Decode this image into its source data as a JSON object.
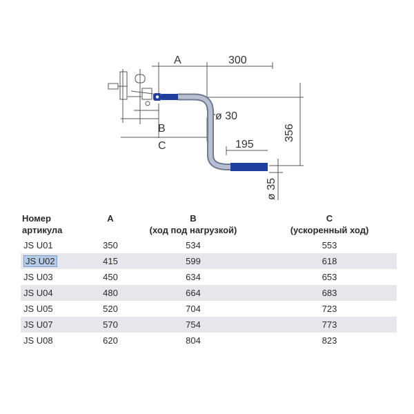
{
  "drawing": {
    "labels": {
      "a": "A",
      "dim_300": "300",
      "b": "B",
      "c": "C",
      "diameter_30": "ø 30",
      "dim_195": "195",
      "dim_356": "356",
      "diameter_35": "ø 35"
    },
    "colors": {
      "rod": "#1f3f9e",
      "bend": "#9aa6bd",
      "lines": "#555555"
    }
  },
  "table": {
    "headers": [
      {
        "line1": "Номер",
        "line2": "артикула"
      },
      {
        "line1": "A",
        "line2": ""
      },
      {
        "line1": "B",
        "line2": "(ход под нагрузкой)"
      },
      {
        "line1": "C",
        "line2": "(ускоренный ход)"
      }
    ],
    "rows": [
      {
        "article": "JS U01",
        "a": "350",
        "b": "534",
        "c": "553"
      },
      {
        "article": "JS U02",
        "a": "415",
        "b": "599",
        "c": "618"
      },
      {
        "article": "JS U03",
        "a": "450",
        "b": "634",
        "c": "653"
      },
      {
        "article": "JS U04",
        "a": "480",
        "b": "664",
        "c": "683"
      },
      {
        "article": "JS U05",
        "a": "520",
        "b": "704",
        "c": "723"
      },
      {
        "article": "JS U07",
        "a": "570",
        "b": "754",
        "c": "773"
      },
      {
        "article": "JS U08",
        "a": "620",
        "b": "804",
        "c": "823"
      }
    ]
  }
}
